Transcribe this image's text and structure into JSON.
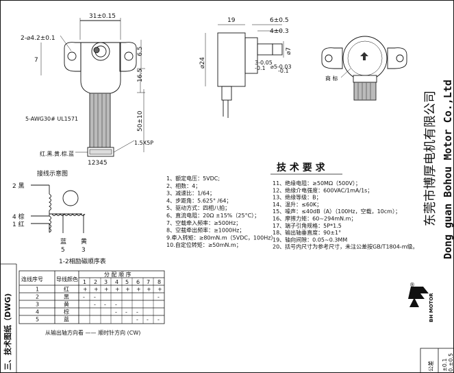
{
  "dimensions": {
    "width_top": "31±0.15",
    "hole": "2-⌀4.2±0.1",
    "left_7": "7",
    "right_6_5": "6.5",
    "right_16_5": "16.5",
    "length_50": "50±10",
    "wire_spec": "5-AWG30# UL1571",
    "wire_colors": "红.黑.黄.棕.蓝",
    "pitch": "1.5X5P",
    "pins": "12345",
    "side_19": "19",
    "side_6": "6±0.5",
    "side_4": "4±0.3",
    "side_24": "⌀24",
    "side_7": "⌀7",
    "side_3": "3-0.05",
    "side_3_tol": "-0.1",
    "side_5": "⌀5-0.03",
    "side_5_tol": "-0.1",
    "trademark_label": "商 标"
  },
  "wiring": {
    "title": "接线示意图",
    "label_2": "2 黑",
    "label_4": "4 棕",
    "label_1": "1 红",
    "blue_name": "蓝",
    "blue_num": "5",
    "yellow_name": "黄",
    "yellow_num": "3",
    "table_caption": "1-2相励磁顺序表"
  },
  "sequence_table": {
    "col1": "连线序号",
    "col2": "导线颜色",
    "group": "分 配 顺 序",
    "steps": [
      "1",
      "2",
      "3",
      "4",
      "5",
      "6",
      "7",
      "8"
    ],
    "rows": [
      {
        "no": "1",
        "color": "红",
        "marks": [
          "+",
          "+",
          "+",
          "+",
          "+",
          "+",
          "+",
          "+"
        ]
      },
      {
        "no": "2",
        "color": "黑",
        "marks": [
          "-",
          "-",
          "",
          "",
          "",
          "",
          "",
          "-"
        ]
      },
      {
        "no": "3",
        "color": "黄",
        "marks": [
          "",
          "-",
          "-",
          "-",
          "",
          "",
          "",
          ""
        ]
      },
      {
        "no": "4",
        "color": "棕",
        "marks": [
          "",
          "",
          "",
          "-",
          "-",
          "-",
          "",
          ""
        ]
      },
      {
        "no": "5",
        "color": "蓝",
        "marks": [
          "",
          "",
          "",
          "",
          "",
          "-",
          "-",
          "-"
        ]
      }
    ],
    "direction": "从输出轴方向看 —— 顺时针方向 (CW)"
  },
  "requirements": {
    "title": "技 术 要 求",
    "left": [
      "1、额定电压：5VDC;",
      "2、相数：4；",
      "3、减速比：1/64；",
      "4、步距角：5.625° /64；",
      "5、驱动方式：四相八拍；",
      "6、直流电阻：20Ω ±15%（25°C）；",
      "7、空载牵入频率：≥500Hz；",
      "8、空载牵出频率：≥1000Hz；",
      "9.牵入转矩：≥80mN.m（5VDC，100Hz）",
      "10.自定位转矩：≥50mN.m；"
    ],
    "right": [
      "11、绝缘电阻：≥50MΩ（500V）；",
      "12、绝缘介电强度：600VAC/1mA/1s；",
      "13、绝缘等级：B；",
      "14、温升：≤60K；",
      "15、噪声：≤40dB（A）（100Hz，空载，10cm）；",
      "16、摩擦力矩：60~294mN.m；",
      "17、端子引角规格：5P*1.5",
      "18、输出轴垂直度：90±1°",
      "19、轴向间隙：0.05~0.3MM",
      "20、括号内尺寸为参考尺寸，未注公差按GB/T1804-m级。"
    ]
  },
  "company": {
    "name_cn": "东莞市博厚电机有限公司",
    "name_en": "Dong guan Bohou Motor Co.,Ltd",
    "logo_text": "BH MOTOR",
    "registered": "®"
  },
  "side_label": "三、技术图纸（DWG)",
  "tolerance": {
    "label": "公差",
    "value1": "±0.1",
    "value2": "0.±0.5"
  }
}
